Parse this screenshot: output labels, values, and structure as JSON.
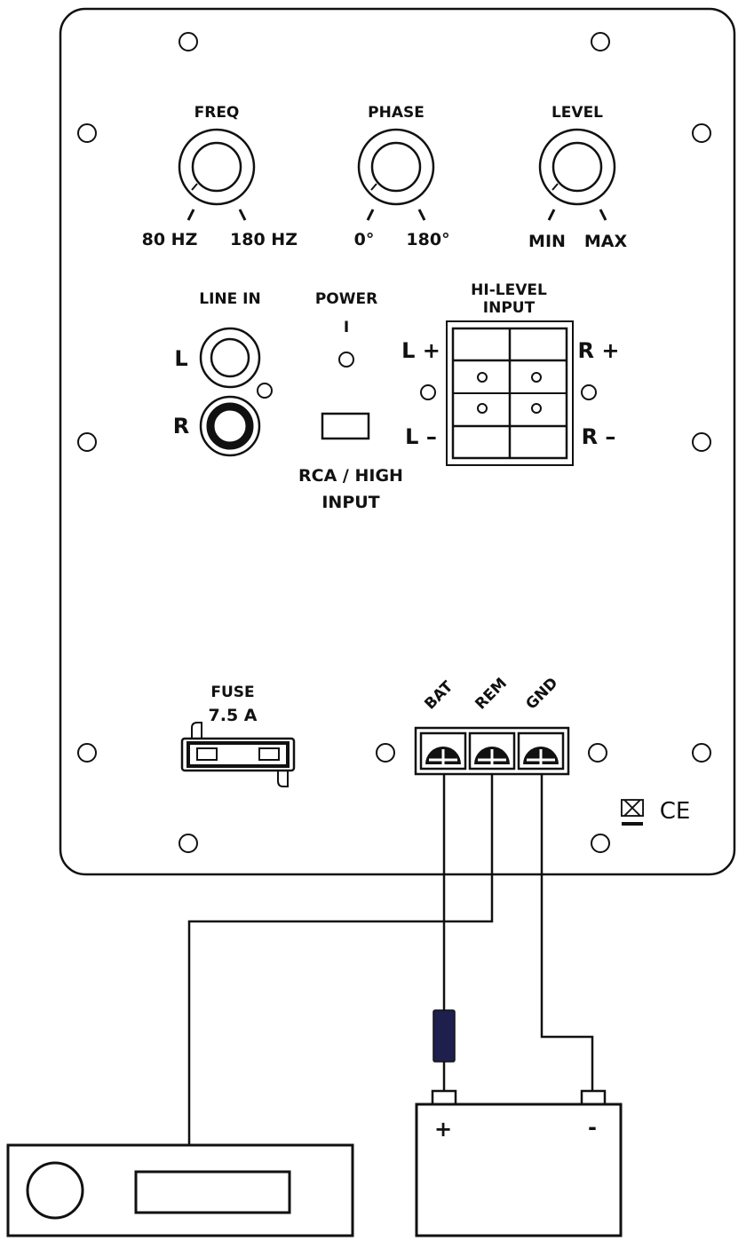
{
  "knobs": {
    "freq": {
      "title": "FREQ",
      "min_label": "80 HZ",
      "max_label": "180 HZ"
    },
    "phase": {
      "title": "PHASE",
      "min_label": "0°",
      "max_label": "180°"
    },
    "level": {
      "title": "LEVEL",
      "min_label": "MIN",
      "max_label": "MAX"
    }
  },
  "line_in": {
    "title": "LINE IN",
    "left": "L",
    "right": "R"
  },
  "power": {
    "title": "POWER",
    "mark": "I"
  },
  "input_switch": {
    "line1": "RCA / HIGH",
    "line2": "INPUT"
  },
  "hi_level": {
    "line1": "HI-LEVEL",
    "line2": "INPUT",
    "left_plus": "L +",
    "right_plus": "R +",
    "left_minus": "L –",
    "right_minus": "R –"
  },
  "fuse": {
    "title": "FUSE",
    "rating": "7.5 A"
  },
  "terminals": {
    "bat": "BAT",
    "rem": "REM",
    "gnd": "GND"
  },
  "marks": {
    "ce": "CE",
    "weee": "⌧"
  },
  "battery": {
    "plus": "+",
    "minus": "-"
  },
  "colors": {
    "line": "#111111",
    "inline_fuse": "#1f1f4e",
    "background": "#ffffff"
  }
}
